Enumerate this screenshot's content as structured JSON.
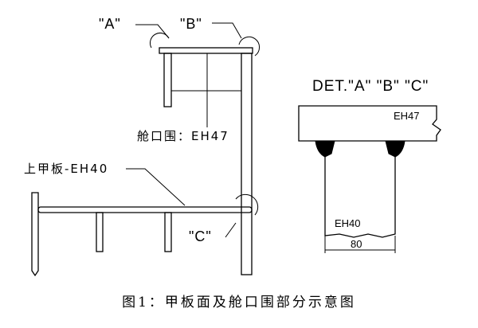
{
  "labels": {
    "detail_a": "\"A\"",
    "detail_b": "\"B\"",
    "detail_c": "\"C\"",
    "hatch_coaming": "舱口围：EH47",
    "upper_deck": "上甲板-EH40"
  },
  "detail": {
    "title": "DET.\"A\" \"B\" \"C\"",
    "top_plate": "EH47",
    "vertical_plate": "EH40",
    "dimension": "80"
  },
  "caption": "图1：甲板面及舱口围部分示意图"
}
